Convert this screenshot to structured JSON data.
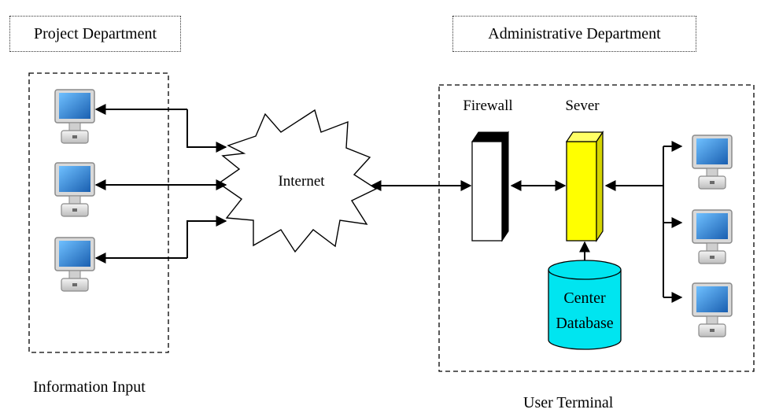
{
  "departments": {
    "project": "Project Department",
    "administrative": "Administrative Department"
  },
  "captions": {
    "left": "Information Input",
    "right": "User Terminal"
  },
  "nodes": {
    "internet": "Internet",
    "firewall": "Firewall",
    "server": "Sever",
    "database_line1": "Center",
    "database_line2": "Database"
  },
  "colors": {
    "server_fill": "#ffff00",
    "database_fill": "#00e5f0",
    "firewall_top": "#000000",
    "monitor_screen": "#2b86d8"
  }
}
